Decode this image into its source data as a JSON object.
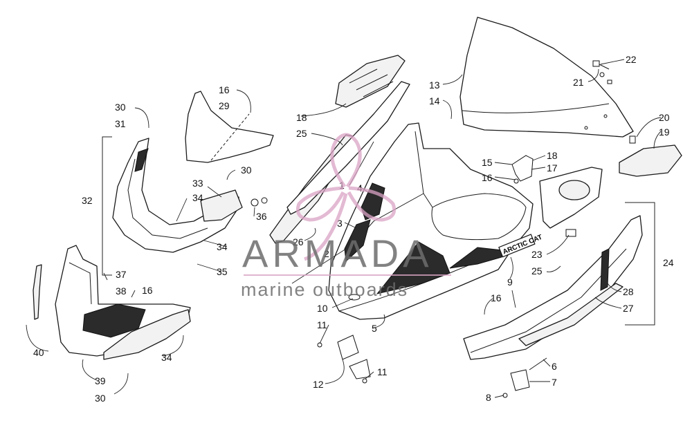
{
  "watermark": {
    "title": "ARMADA",
    "subtitle": "marine outboards",
    "accent_color": "#d9a3c4",
    "text_color": "#6d6d6d"
  },
  "decal_text": "ARCTIC CAT",
  "callouts": {
    "c1": "1",
    "c2": "2",
    "c3": "3",
    "c4": "4",
    "c5": "5",
    "c6": "6",
    "c7": "7",
    "c8": "8",
    "c9": "9",
    "c10": "10",
    "c11a": "11",
    "c11b": "11",
    "c12": "12",
    "c13": "13",
    "c14": "14",
    "c15": "15",
    "c16a": "16",
    "c16b": "16",
    "c16c": "16",
    "c16d": "16",
    "c17": "17",
    "c18a": "18",
    "c18b": "18",
    "c19": "19",
    "c20": "20",
    "c21": "21",
    "c22": "22",
    "c23": "23",
    "c24": "24",
    "c25a": "25",
    "c25b": "25",
    "c26": "26",
    "c27": "27",
    "c28": "28",
    "c29": "29",
    "c30a": "30",
    "c30b": "30",
    "c30c": "30",
    "c31": "31",
    "c32": "32",
    "c33": "33",
    "c34a": "34",
    "c34b": "34",
    "c34c": "34",
    "c35": "35",
    "c36": "36",
    "c37": "37",
    "c38": "38",
    "c39": "39",
    "c40": "40"
  }
}
